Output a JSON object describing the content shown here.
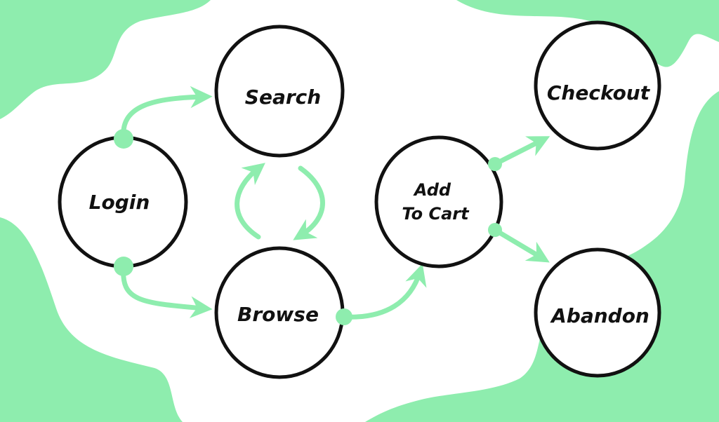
{
  "colors": {
    "accent": "#8eedae",
    "stroke": "#111111",
    "background": "#ffffff"
  },
  "nodes": {
    "login": "Login",
    "search": "Search",
    "browse": "Browse",
    "add_to_cart_line1": "Add",
    "add_to_cart_line2": "To Cart",
    "checkout": "Checkout",
    "abandon": "Abandon"
  },
  "edges": [
    {
      "from": "Login",
      "to": "Search"
    },
    {
      "from": "Login",
      "to": "Browse"
    },
    {
      "from": "Search",
      "to": "Browse"
    },
    {
      "from": "Browse",
      "to": "Search"
    },
    {
      "from": "Browse",
      "to": "Add To Cart"
    },
    {
      "from": "Add To Cart",
      "to": "Checkout"
    },
    {
      "from": "Add To Cart",
      "to": "Abandon"
    }
  ]
}
